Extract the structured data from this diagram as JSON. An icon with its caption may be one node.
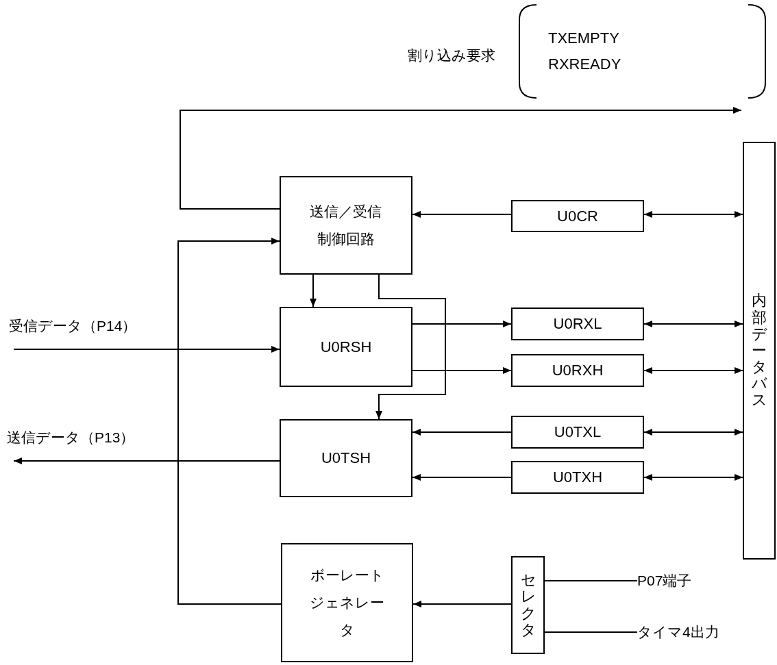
{
  "diagram": {
    "nodes": [
      {
        "text": [
          "TXEMPTY",
          "RXREADY"
        ],
        "beside": [
          "割り込み要求"
        ]
      },
      {
        "text": [
          "送信／受信制御回路"
        ]
      },
      {
        "text": [
          "U0CR"
        ]
      },
      {
        "text": [
          "U0RSH"
        ]
      },
      {
        "text": [
          "U0RXL"
        ]
      },
      {
        "text": [
          "U0RXH"
        ]
      },
      {
        "text": [
          "U0TSH"
        ]
      },
      {
        "text": [
          "U0TXL"
        ]
      },
      {
        "text": [
          "U0TXH"
        ]
      },
      {
        "text": [
          "内部データバス"
        ]
      },
      {
        "text": [
          "ボーレートジェネレータ"
        ]
      },
      {
        "text": [
          "セレクタ"
        ]
      },
      {
        "text": [
          "P07端子"
        ]
      },
      {
        "text": [
          "タイマ4出力"
        ]
      }
    ],
    "edges": [
      {
        "from": 1,
        "to": 0,
        "arrow": "to"
      },
      {
        "from": 2,
        "to": 1,
        "arrow": "to"
      },
      {
        "from": 2,
        "to": 9,
        "arrow": "both"
      },
      {
        "from": 1,
        "to": 3,
        "arrow": "to"
      },
      {
        "from": 1,
        "to": 6,
        "arrow": "to"
      },
      {
        "from": 3,
        "to": 4,
        "arrow": "to"
      },
      {
        "from": 3,
        "to": 5,
        "arrow": "to"
      },
      {
        "from": 4,
        "to": 9,
        "arrow": "both"
      },
      {
        "from": 5,
        "to": 9,
        "arrow": "both"
      },
      {
        "from": 7,
        "to": 6,
        "arrow": "to"
      },
      {
        "from": 8,
        "to": 6,
        "arrow": "to"
      },
      {
        "from": 7,
        "to": 9,
        "arrow": "both"
      },
      {
        "from": 8,
        "to": 9,
        "arrow": "both"
      },
      {
        "from": null,
        "to": 3,
        "arrow": "to",
        "label": "受信データ（P14）"
      },
      {
        "from": 6,
        "to": null,
        "arrow": "to",
        "label": "送信データ（P13）"
      },
      {
        "from": 10,
        "to": 1,
        "arrow": "to"
      },
      {
        "from": 11,
        "to": 10,
        "arrow": "to"
      },
      {
        "from": 12,
        "to": 11,
        "arrow": "none"
      },
      {
        "from": 13,
        "to": 11,
        "arrow": "none"
      }
    ]
  }
}
